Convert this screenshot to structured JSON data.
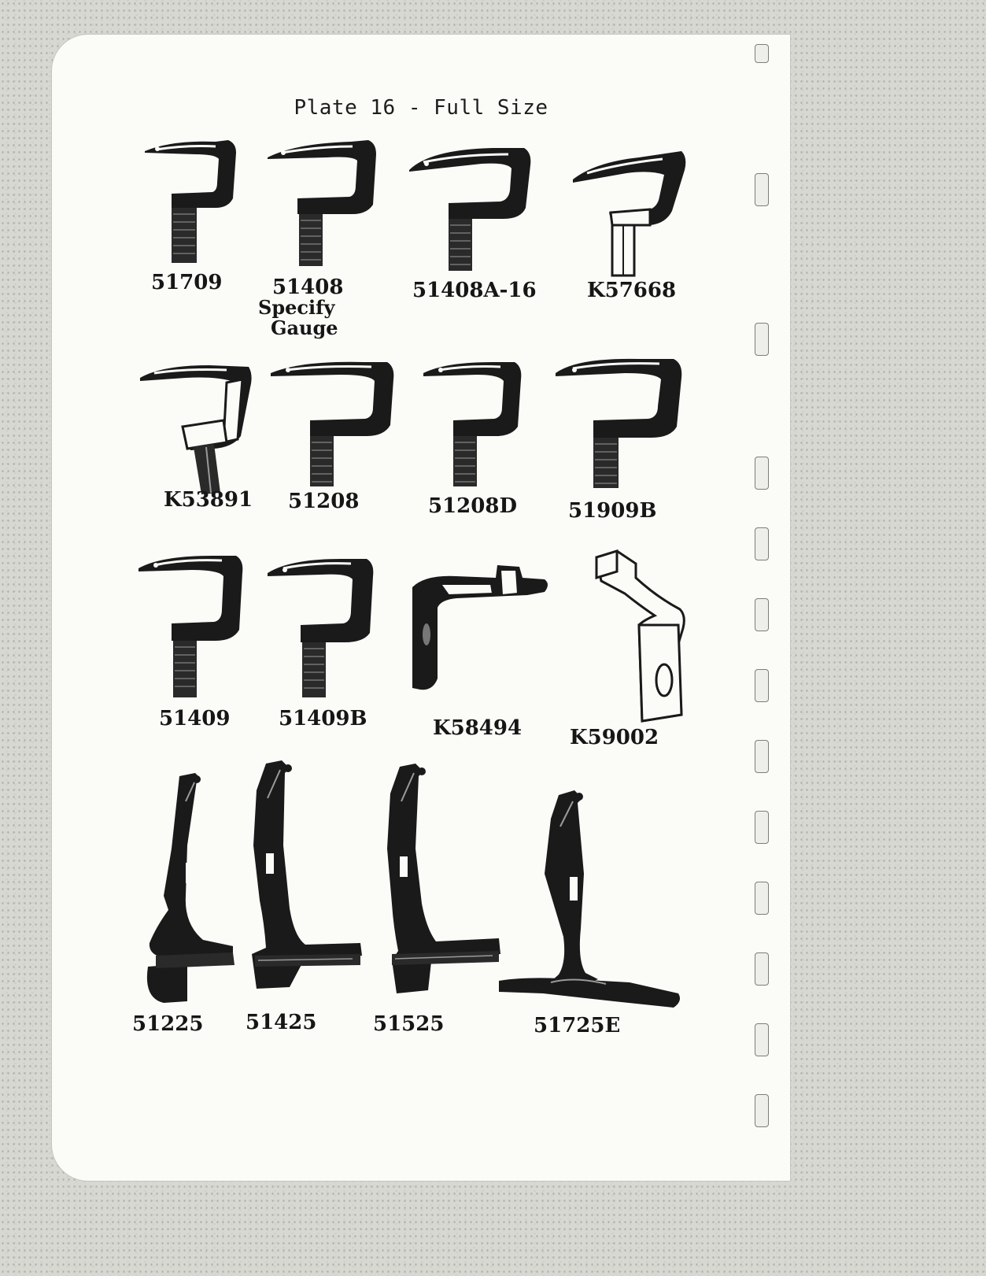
{
  "title": "Plate 16 - Full Size",
  "parts": [
    {
      "id": "51709"
    },
    {
      "id": "51408",
      "note": [
        "Specify",
        "Gauge"
      ]
    },
    {
      "id": "51408A-16"
    },
    {
      "id": "K57668"
    },
    {
      "id": "K53891"
    },
    {
      "id": "51208"
    },
    {
      "id": "51208D"
    },
    {
      "id": "51909B"
    },
    {
      "id": "51409"
    },
    {
      "id": "51409B"
    },
    {
      "id": "K58494"
    },
    {
      "id": "K59002"
    },
    {
      "id": "51225"
    },
    {
      "id": "51425"
    },
    {
      "id": "51525"
    },
    {
      "id": "51725E"
    }
  ],
  "colors": {
    "ink": "#161616",
    "paper": "#fbfbf8",
    "border": "#d8d8d3"
  }
}
